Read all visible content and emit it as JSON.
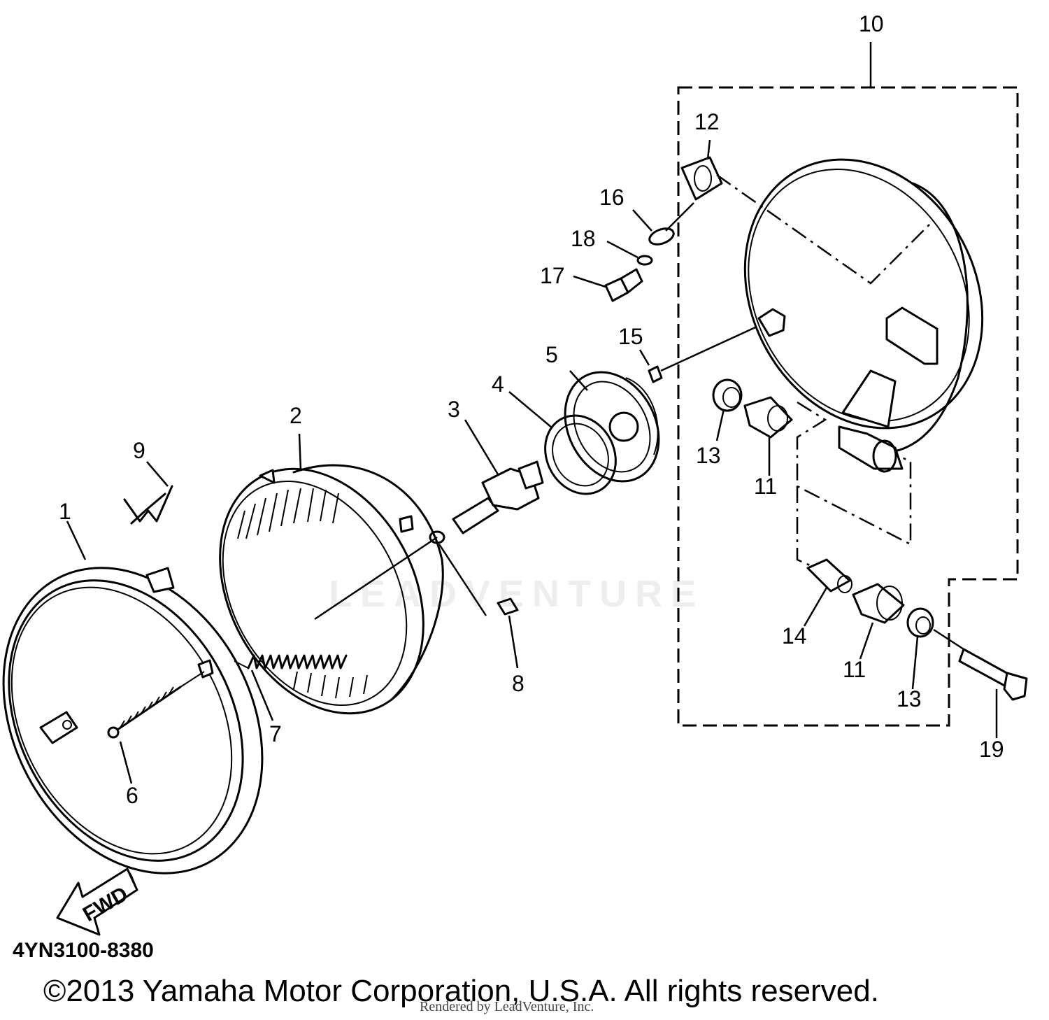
{
  "diagram": {
    "part_numbers": [
      "1",
      "2",
      "3",
      "4",
      "5",
      "6",
      "7",
      "8",
      "9",
      "10",
      "11",
      "11",
      "12",
      "13",
      "13",
      "14",
      "15",
      "16",
      "17",
      "18",
      "19"
    ],
    "direction_label": "FWD",
    "diagram_code": "4YN3100-8380",
    "copyright": "©2013 Yamaha Motor Corporation, U.S.A. All rights reserved.",
    "rendered_by": "Rendered by LeadVenture, Inc.",
    "watermark": "LEADVENTURE"
  }
}
